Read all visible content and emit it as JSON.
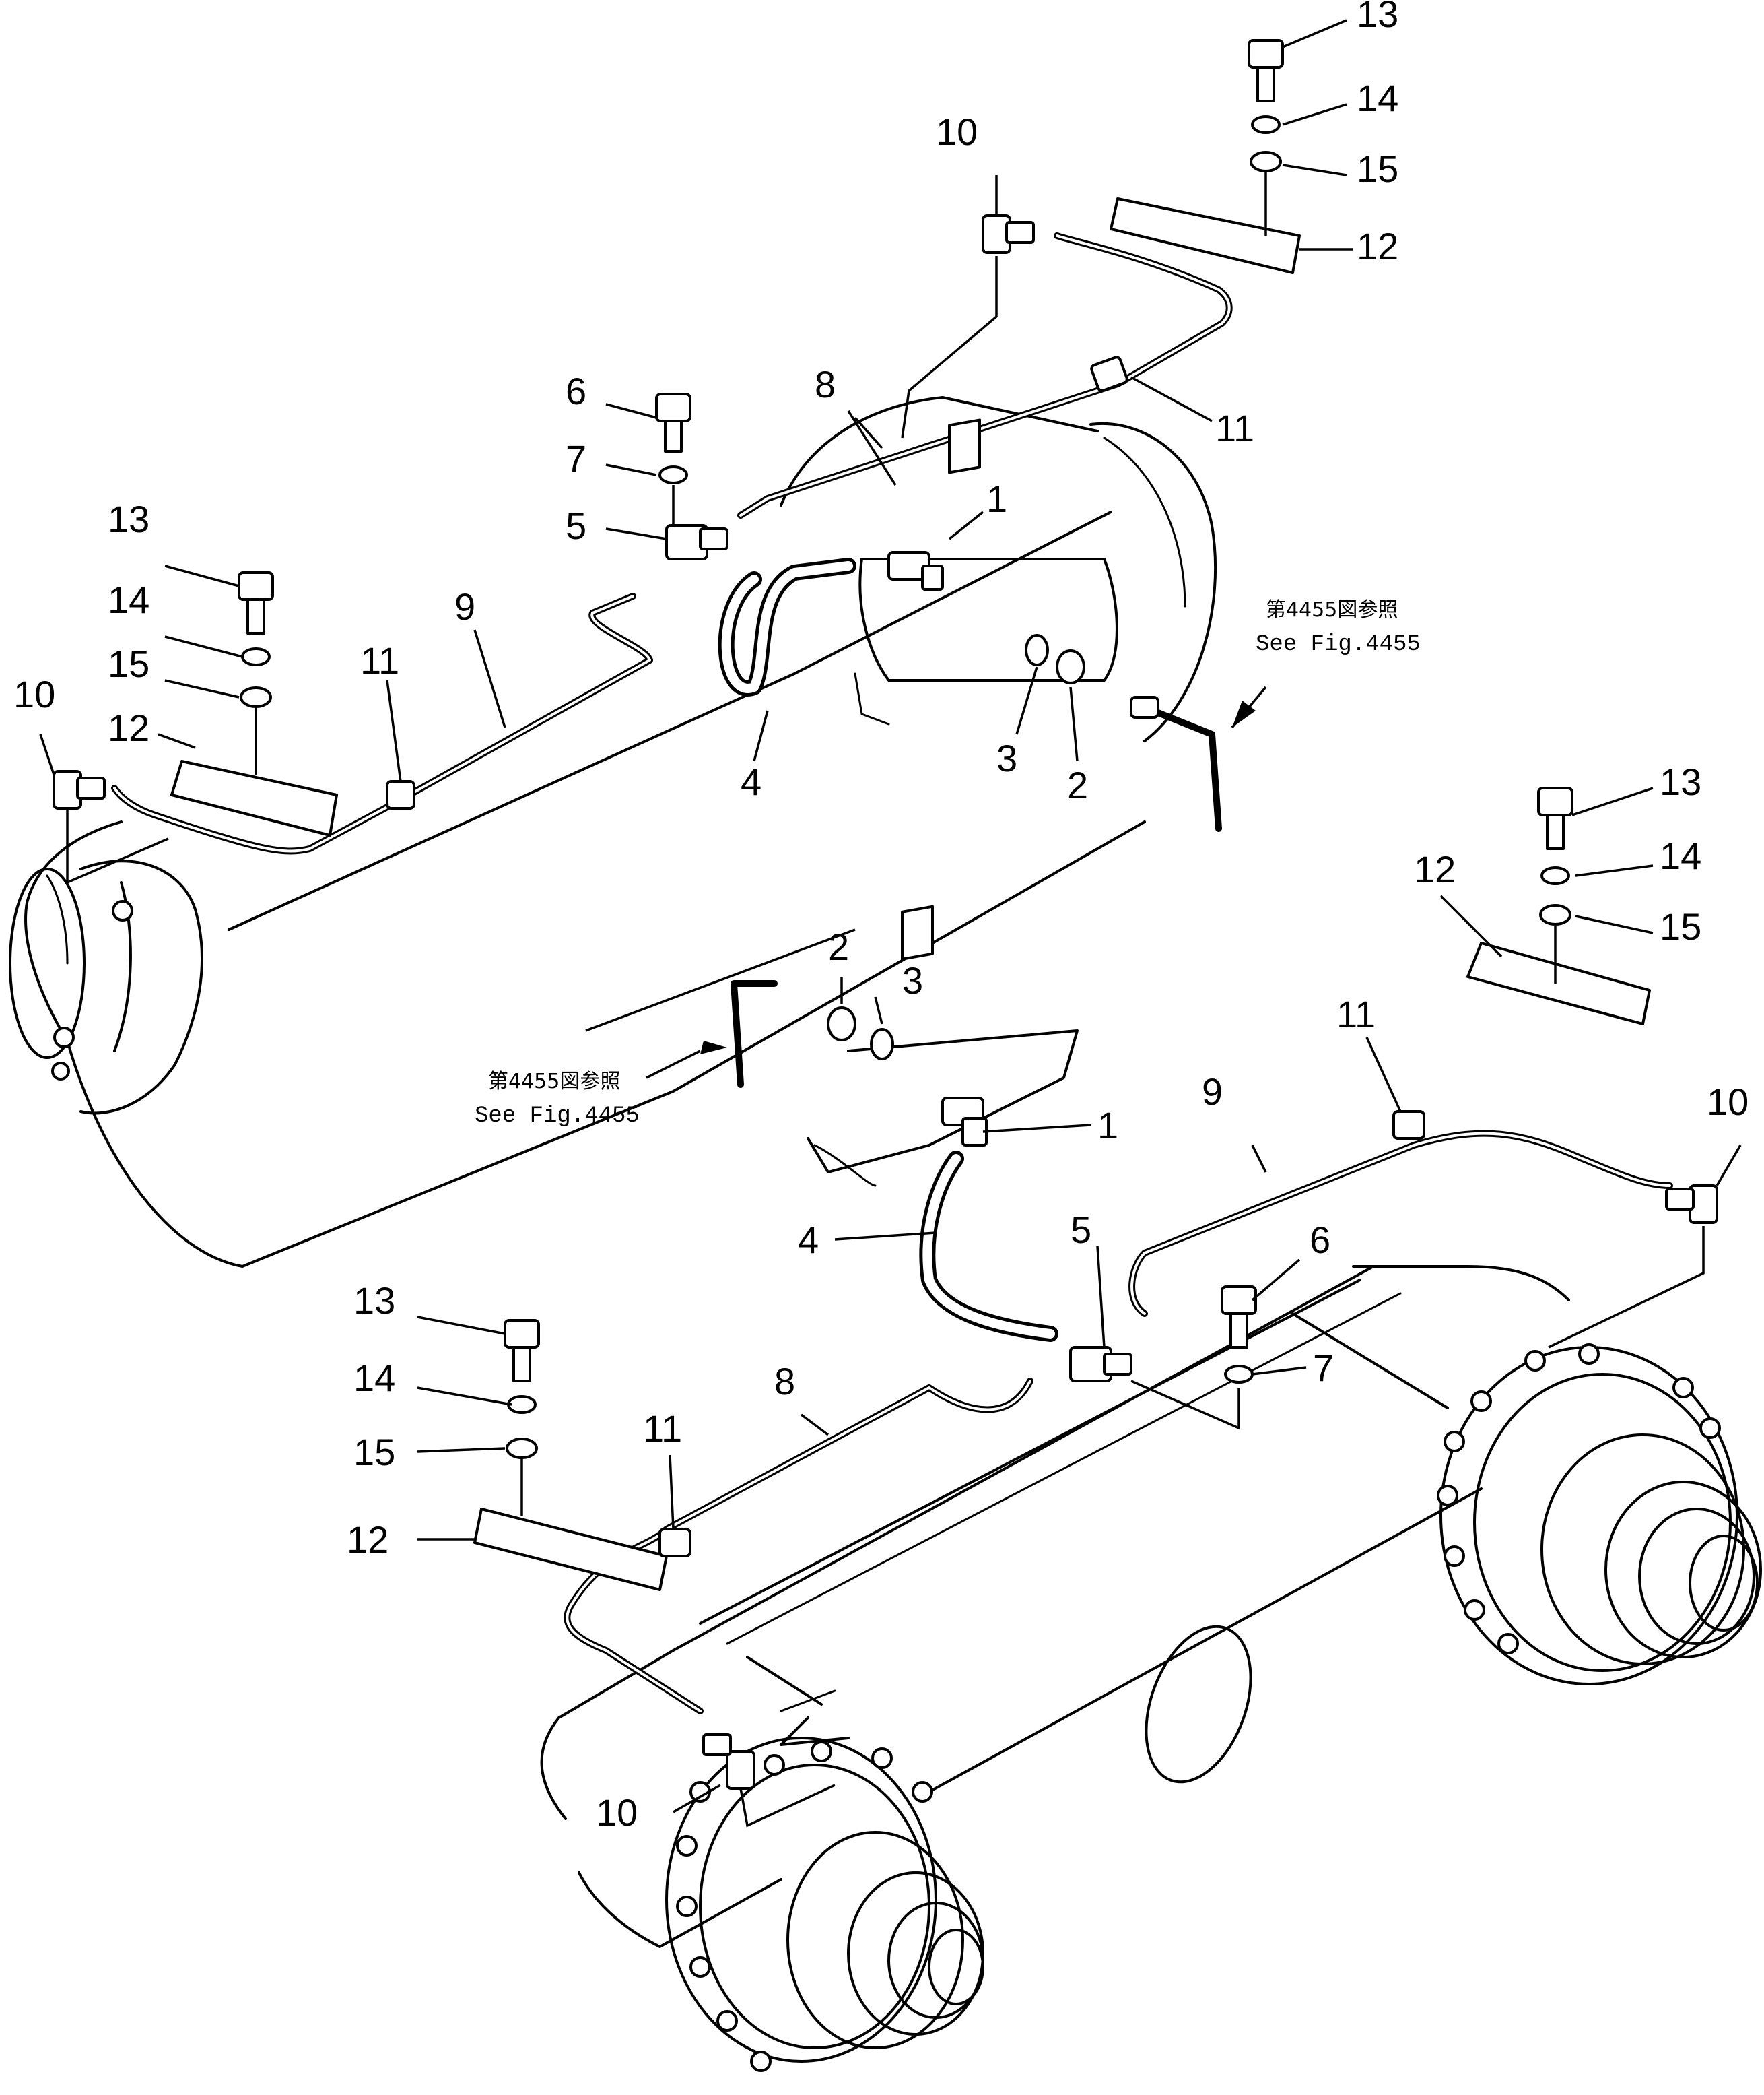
{
  "figure": {
    "callouts": {
      "c1": "13",
      "c2": "14",
      "c3": "15",
      "c4": "12",
      "c5": "10",
      "c6": "11",
      "c7": "8",
      "c8": "6",
      "c9": "7",
      "c10": "5",
      "c11": "1",
      "c12": "13",
      "c13": "14",
      "c14": "15",
      "c15": "10",
      "c16": "12",
      "c17": "11",
      "c18": "9",
      "c19": "4",
      "c20": "3",
      "c21": "2",
      "c22": "13",
      "c23": "14",
      "c24": "15",
      "c25": "12",
      "c26": "2",
      "c27": "3",
      "c28": "11",
      "c29": "9",
      "c30": "10",
      "c31": "1",
      "c32": "4",
      "c33": "5",
      "c34": "6",
      "c35": "7",
      "c36": "13",
      "c37": "14",
      "c38": "15",
      "c39": "8",
      "c40": "11",
      "c41": "12",
      "c42": "10"
    },
    "reference_notes": {
      "upper": {
        "jp": "第4455図参照",
        "en": "See Fig.4455"
      },
      "lower": {
        "jp": "第4455図参照",
        "en": "See Fig.4455"
      }
    }
  }
}
